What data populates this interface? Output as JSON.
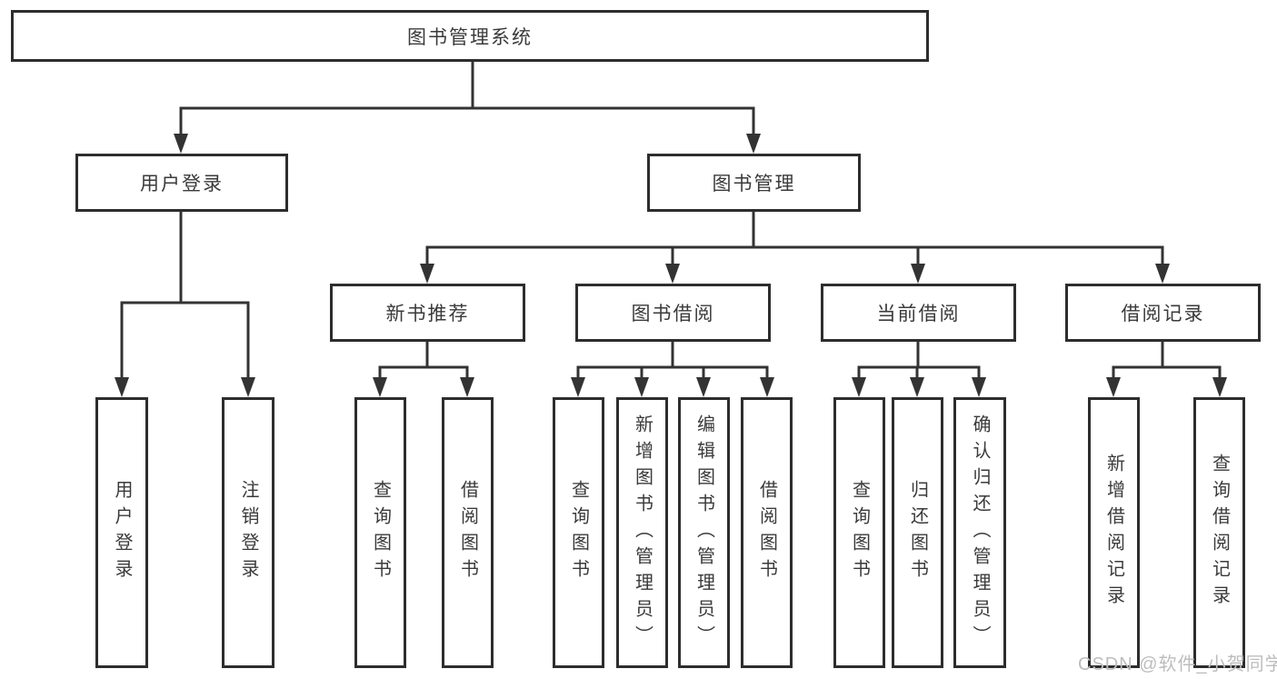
{
  "colors": {
    "line": "#333333",
    "box_border": "#2d2d2d",
    "text": "#3a3a3a",
    "watermark": "#bdbdbd",
    "background": "#ffffff"
  },
  "diagram": {
    "type": "hierarchy-tree",
    "nodes": {
      "root": {
        "label": "图书管理系统"
      },
      "user_login": {
        "label": "用户登录"
      },
      "book_management": {
        "label": "图书管理"
      },
      "new_book_recommend": {
        "label": "新书推荐"
      },
      "book_borrowing": {
        "label": "图书借阅"
      },
      "current_borrowing": {
        "label": "当前借阅"
      },
      "borrowing_records": {
        "label": "借阅记录"
      },
      "leaf_user_login": {
        "label": "用户登录"
      },
      "leaf_logout": {
        "label": "注销登录"
      },
      "leaf_query_books_recommend": {
        "label": "查询图书"
      },
      "leaf_borrow_books_recommend": {
        "label": "借阅图书"
      },
      "leaf_query_books_borrowing": {
        "label": "查询图书"
      },
      "leaf_add_books_admin": {
        "label": "新增图书（管理员）"
      },
      "leaf_edit_books_admin": {
        "label": "编辑图书（管理员）"
      },
      "leaf_borrow_books_borrowing": {
        "label": "借阅图书"
      },
      "leaf_query_books_current": {
        "label": "查询图书"
      },
      "leaf_return_books": {
        "label": "归还图书"
      },
      "leaf_confirm_return_admin": {
        "label": "确认归还（管理员）"
      },
      "leaf_add_borrow_record": {
        "label": "新增借阅记录"
      },
      "leaf_query_borrow_record": {
        "label": "查询借阅记录"
      }
    }
  },
  "watermark": {
    "text": "CSDN @软件_小贺同学"
  }
}
